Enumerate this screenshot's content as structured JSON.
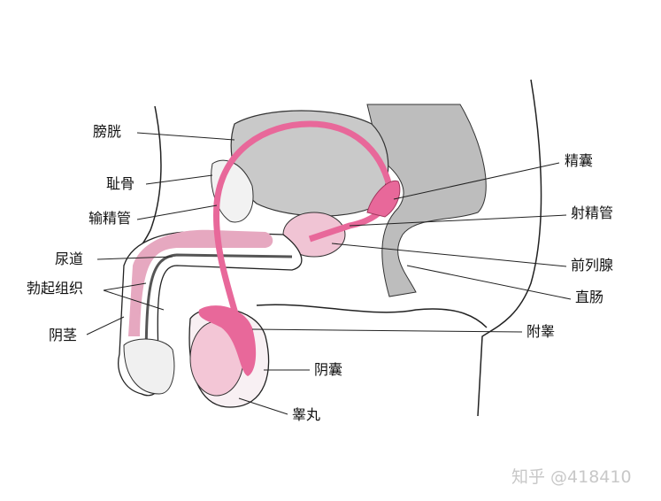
{
  "labels": {
    "bladder": "膀胱",
    "pubic_bone": "耻骨",
    "vas_deferens": "输精管",
    "urethra": "尿道",
    "erectile_tissue": "勃起组织",
    "penis": "阴茎",
    "seminal_vesicle": "精囊",
    "ejaculatory_duct": "射精管",
    "prostate": "前列腺",
    "rectum": "直肠",
    "epididymis": "附睾",
    "scrotum": "阴囊",
    "testis": "睾丸"
  },
  "watermark": "知乎 @418410",
  "colors": {
    "pink": "#e8689a",
    "light_pink": "#f3c6d6",
    "gray": "#c8c8c8"
  }
}
